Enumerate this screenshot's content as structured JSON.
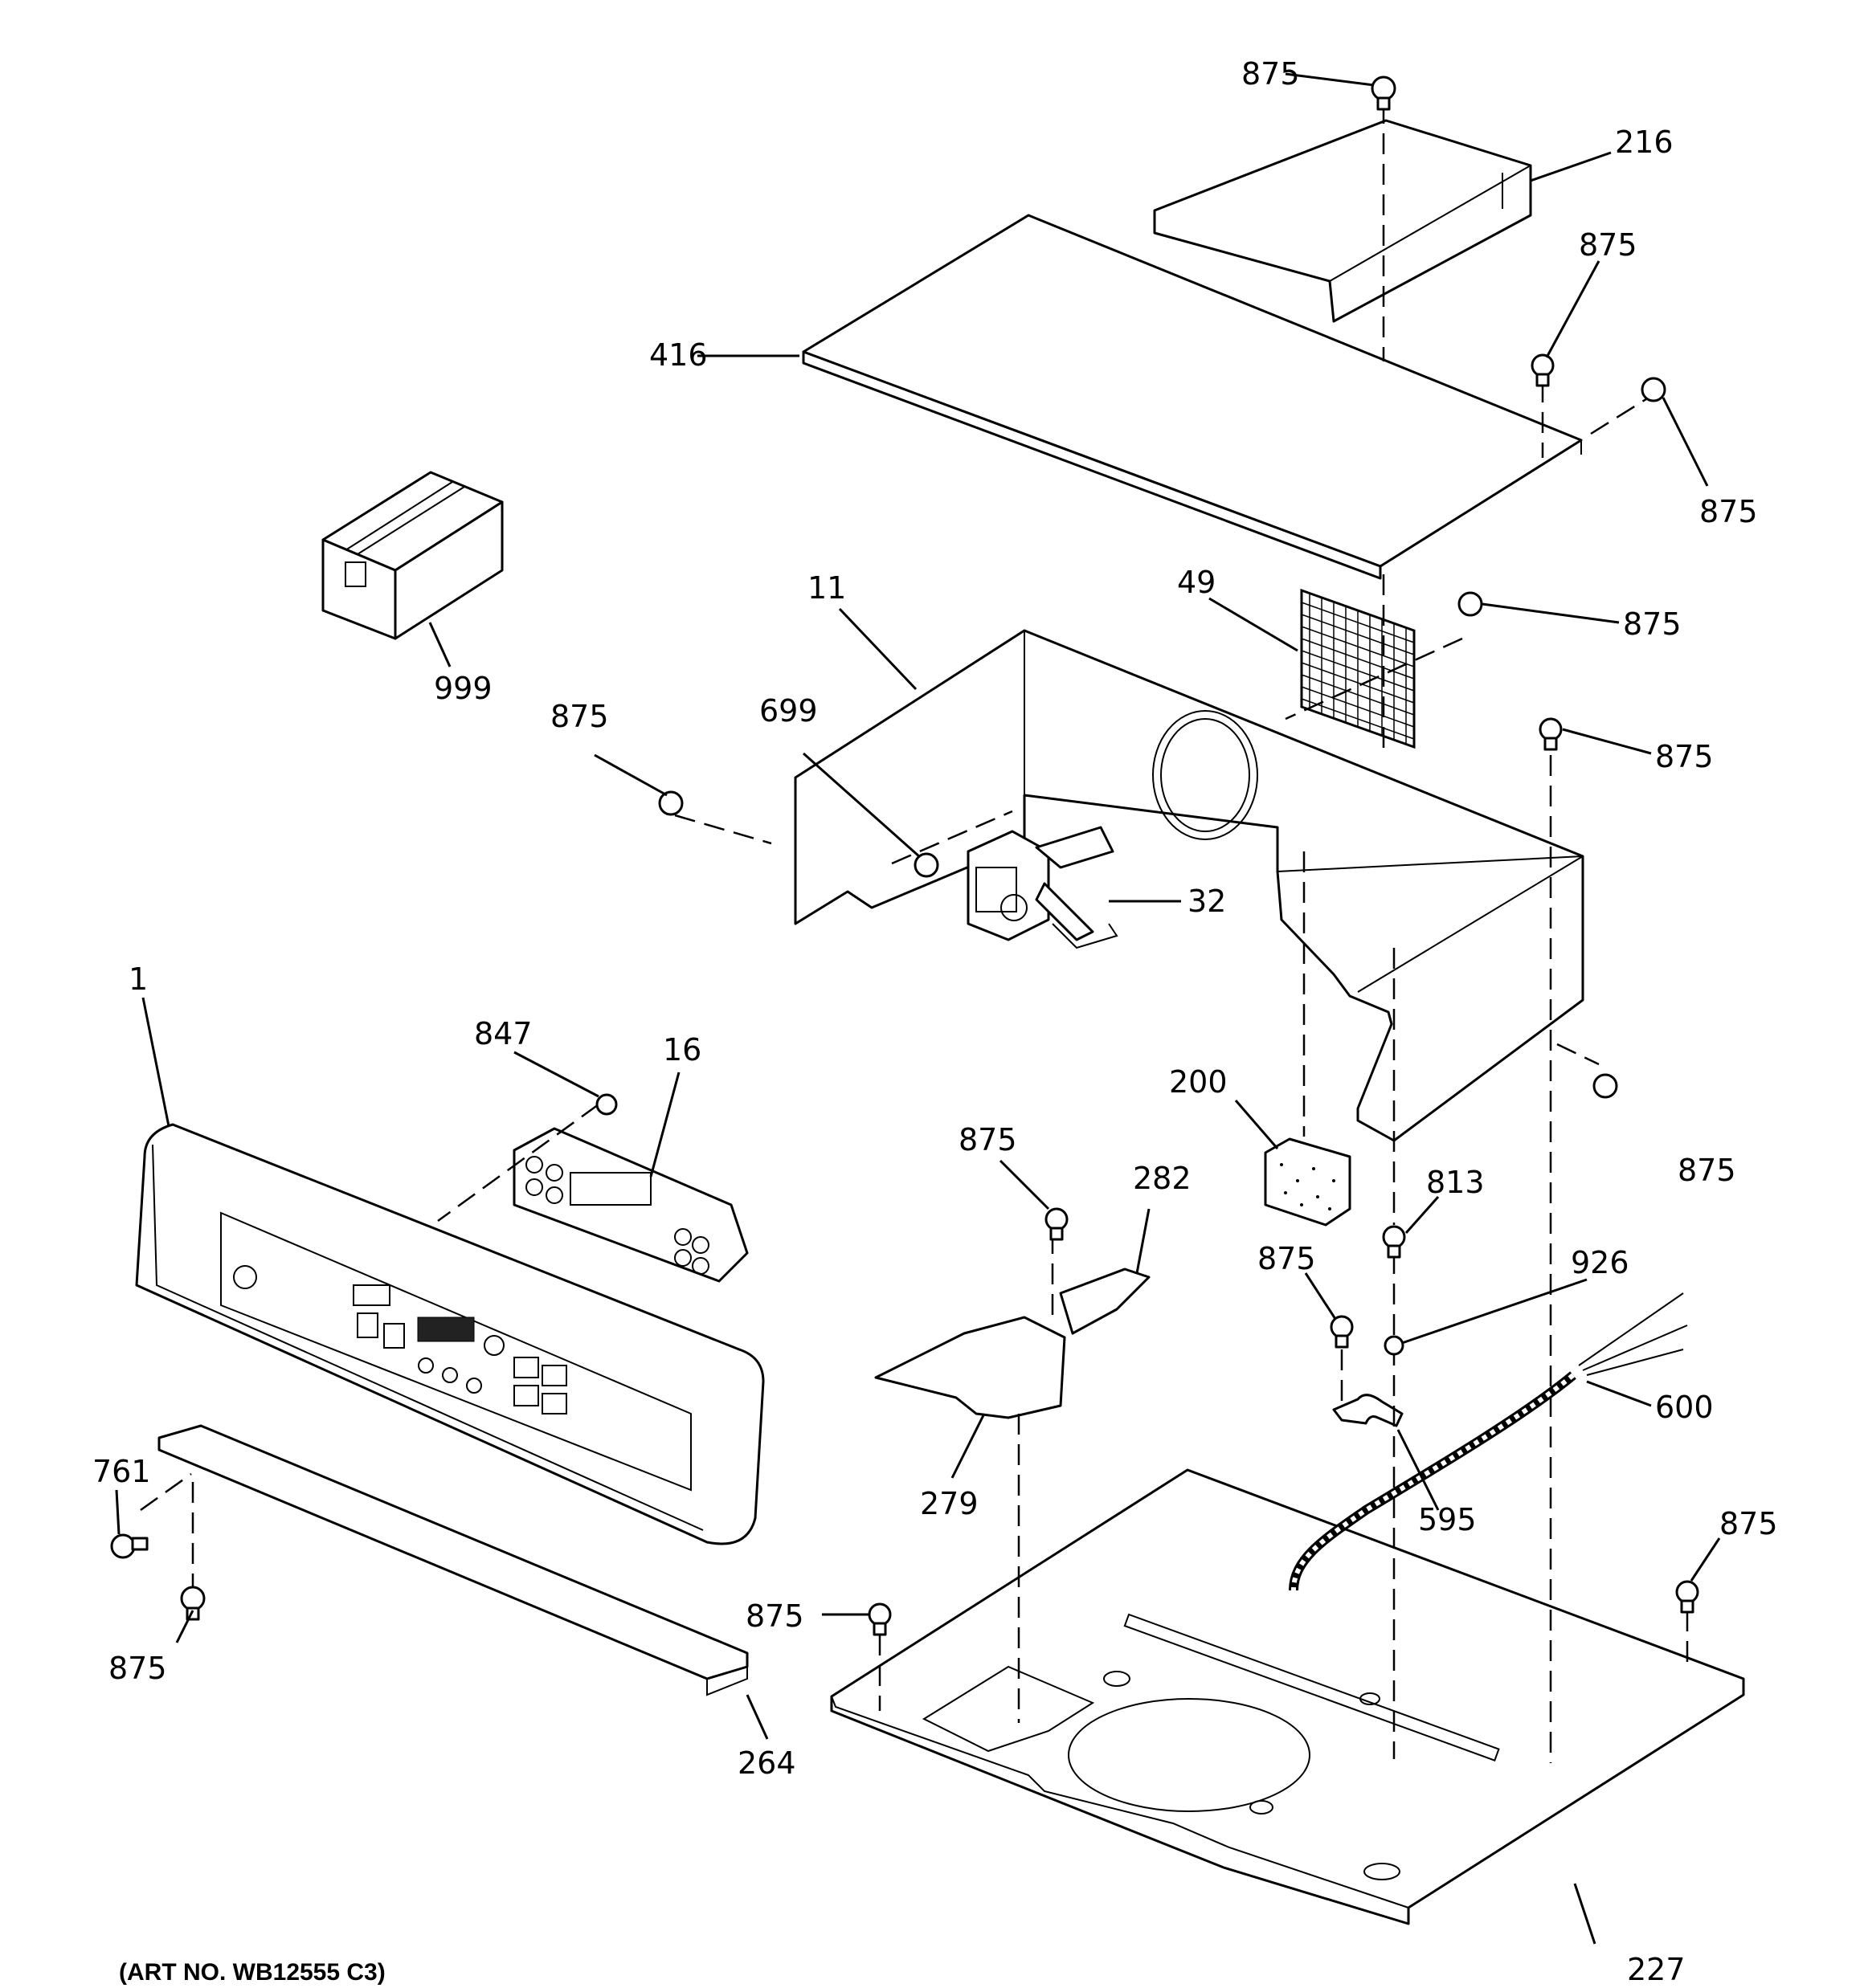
{
  "parts": {
    "p875": "875",
    "p216": "216",
    "p416": "416",
    "p999": "999",
    "p11": "11",
    "p49": "49",
    "p699": "699",
    "p32": "32",
    "p1": "1",
    "p847": "847",
    "p16": "16",
    "p200": "200",
    "p282": "282",
    "p813": "813",
    "p926": "926",
    "p600": "600",
    "p279": "279",
    "p595": "595",
    "p761": "761",
    "p264": "264",
    "p227": "227"
  },
  "art_number": "(ART NO. WB12555 C3)"
}
